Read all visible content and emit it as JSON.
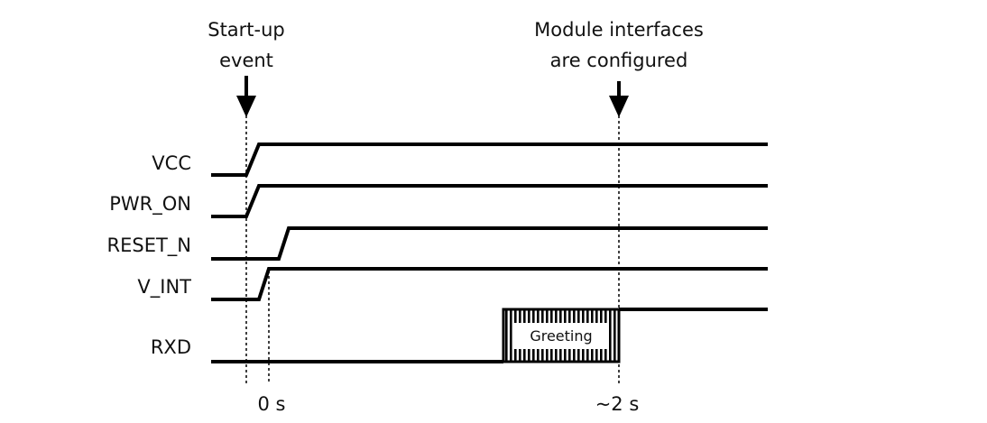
{
  "annotations": {
    "startup_line1": "Start-up",
    "startup_line2": "event",
    "configured_line1": "Module interfaces",
    "configured_line2": "are configured"
  },
  "signals": {
    "vcc": "VCC",
    "pwr_on": "PWR_ON",
    "reset_n": "RESET_N",
    "v_int": "V_INT",
    "rxd": "RXD"
  },
  "greeting_label": "Greeting",
  "time_labels": {
    "t0": "0 s",
    "t2": "~2 s"
  }
}
